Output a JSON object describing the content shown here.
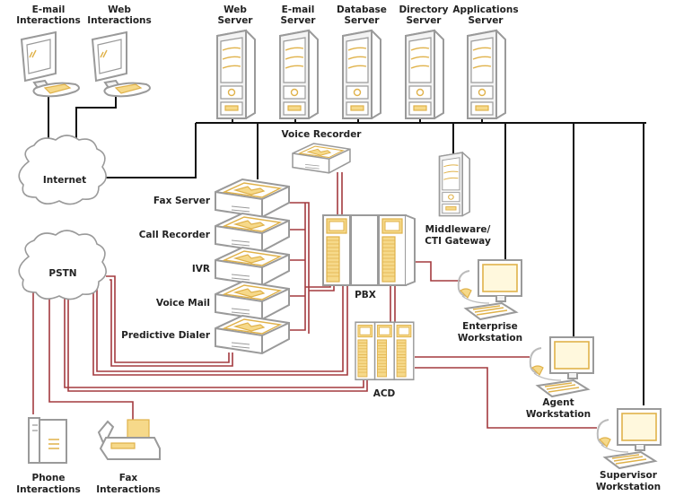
{
  "diagram": {
    "type": "contact-center-network",
    "colors": {
      "data_network": "#111111",
      "telephony_trunk": "#a33a3f",
      "device_outline": "#9a9a9a",
      "device_accent": "#f6d98a"
    },
    "clients": {
      "email": {
        "line1": "E-mail",
        "line2": "Interactions"
      },
      "web": {
        "line1": "Web",
        "line2": "Interactions"
      },
      "phone": {
        "line1": "Phone",
        "line2": "Interactions"
      },
      "fax": {
        "line1": "Fax",
        "line2": "Interactions"
      }
    },
    "clouds": {
      "internet": "Internet",
      "pstn": "PSTN"
    },
    "servers": [
      {
        "line1": "Web",
        "line2": "Server"
      },
      {
        "line1": "E-mail",
        "line2": "Server"
      },
      {
        "line1": "Database",
        "line2": "Server"
      },
      {
        "line1": "Directory",
        "line2": "Server"
      },
      {
        "line1": "Applications",
        "line2": "Server"
      }
    ],
    "voice_recorder": "Voice Recorder",
    "stack": [
      "Fax Server",
      "Call Recorder",
      "IVR",
      "Voice Mail",
      "Predictive Dialer"
    ],
    "pbx": "PBX",
    "acd": "ACD",
    "middleware": {
      "line1": "Middleware/",
      "line2": "CTI Gateway"
    },
    "workstations": {
      "enterprise": {
        "line1": "Enterprise",
        "line2": "Workstation"
      },
      "agent": {
        "line1": "Agent",
        "line2": "Workstation"
      },
      "supervisor": {
        "line1": "Supervisor",
        "line2": "Workstation"
      }
    }
  }
}
